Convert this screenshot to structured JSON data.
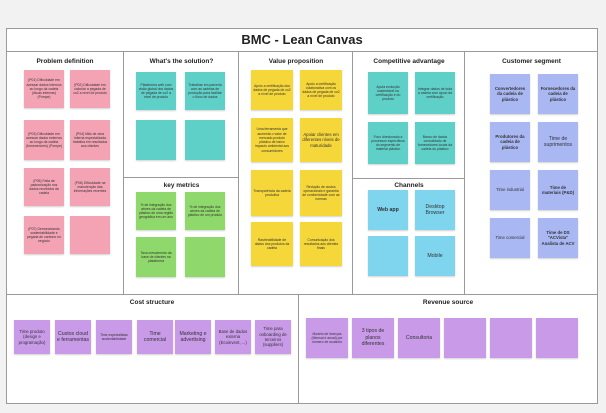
{
  "title": "BMC - Lean Canvas",
  "sections": {
    "problem": "Problem definition",
    "solution": "What's the solution?",
    "value": "Value proposition",
    "advantage": "Competitive advantage",
    "segment": "Customer segment",
    "metrics": "key metrics",
    "channels": "Channels",
    "cost": "Cost structure",
    "revenue": "Revenue source"
  },
  "notes": {
    "problem": [
      "(P01)\nDificuldade em acessar dados internos ao longo da cadeia (Atuas internas) (Pompe)",
      "(P02)\nDificuldade em calcular a pegada de co2 a nível de produto",
      "(P03)\nDificuldade em acessar dados externos ao longo da cadeia (fornecedores) (Pompe)",
      "(P04)\nMão de obra interna especializada trabalha em resultados aos clientes",
      "(P05)\nFalta de padronização nos dados recebidos da cadeia",
      "(P06)\nDificuldade na manutenção das informações recentes",
      "(P07)\nDemonstrando sustentabilidade e pegada de carbono no negócio",
      ""
    ],
    "solution": [
      "Plataforma web com visão global dos dados de pegada de co2 a nível de produto",
      "Trabalhar em parceria com as cadeias de produção para facilitar o fluxo de dados",
      "",
      ""
    ],
    "value": [
      "Apoio a certificação dos dados de pegada de co2 a nível de produto",
      "Apoio a certificação colaborativa com os dados de pegada de co2 a nível de produto",
      "Uma ferramenta que aumenta o valor de mercado produto plástico de baixo impacto ambiental aos consumidores",
      "Apoiar clientes em diferentes níveis de maturidade",
      "Transparência da cadeia produtiva",
      "Redução de custos operacionais e garantia de conformidade com as normas",
      "Rastreabilidade de dados dos produtos da cadeia",
      "Comunicação dos resultados aos clientes finais"
    ],
    "advantage": [
      "Apoia evolução sustentável na certificação e do produto",
      "Integrar dados de toda a cadeia com apoio da certificação",
      "Foco direcionado a processos específicos do segmento de material plástico",
      "Banco de dados consolidado de fornecedores locais da cadeia do plástico"
    ],
    "metrics": [
      "% de integração dos atores da cadeia de plástico de uma região geográfica em um ano",
      "% de integração dos atores da cadeia de plástico de um produto",
      "Taxa crescimento da base de clientes na plataforma",
      ""
    ],
    "channels": [
      "Web app",
      "Desktop Browser",
      "",
      "Mobile"
    ],
    "segment": [
      "Convertedores da cadeia de plástico",
      "Fornecedores da cadeia de plástico",
      "Produtores da cadeia de plástico",
      "Time de suprimentos",
      "Time industrial",
      "Time de materiais (P&D)",
      "Time comercial",
      "Time de DS \"ACVista\" Analista de ACV"
    ],
    "cost": [
      "Time produto (design e programação)",
      "Custos cloud e ferramentas",
      "Time especialistas sustentabilidade",
      "Time comercial",
      "Marketing e advertising",
      "Base de dados externa (Ecoinvent, ...)",
      "Time para onboarding de terceiros (suppliers)"
    ],
    "revenue": [
      "Modelo de licenças (Mensal e anual) por número de usuários",
      "3 tipos de planos diferentes",
      "Consultoria",
      "",
      "",
      ""
    ]
  },
  "colors": {
    "problem": "#f4a3b4",
    "solution": "#5fd0c8",
    "metrics": "#8fd86b",
    "value": "#f5d73a",
    "channels": "#7fd4ee",
    "segment": "#a9b7f3",
    "cost_revenue": "#c89ae8"
  }
}
